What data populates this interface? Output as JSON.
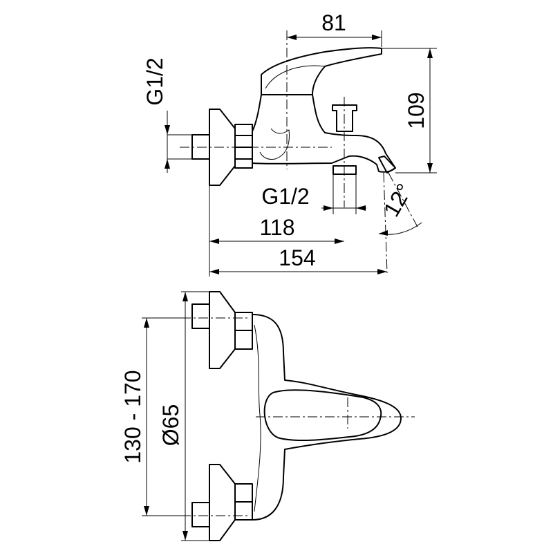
{
  "dimensions": {
    "spout_reach": "81",
    "height": "109",
    "inlet_thread": "G1/2",
    "outlet_thread": "G1/2",
    "outlet_distance": "118",
    "overall_length": "154",
    "spout_angle": "12°",
    "centre_distance": "130 - 170",
    "flange_diameter": "Ø65"
  },
  "colors": {
    "line": "#000000",
    "background": "#ffffff"
  }
}
